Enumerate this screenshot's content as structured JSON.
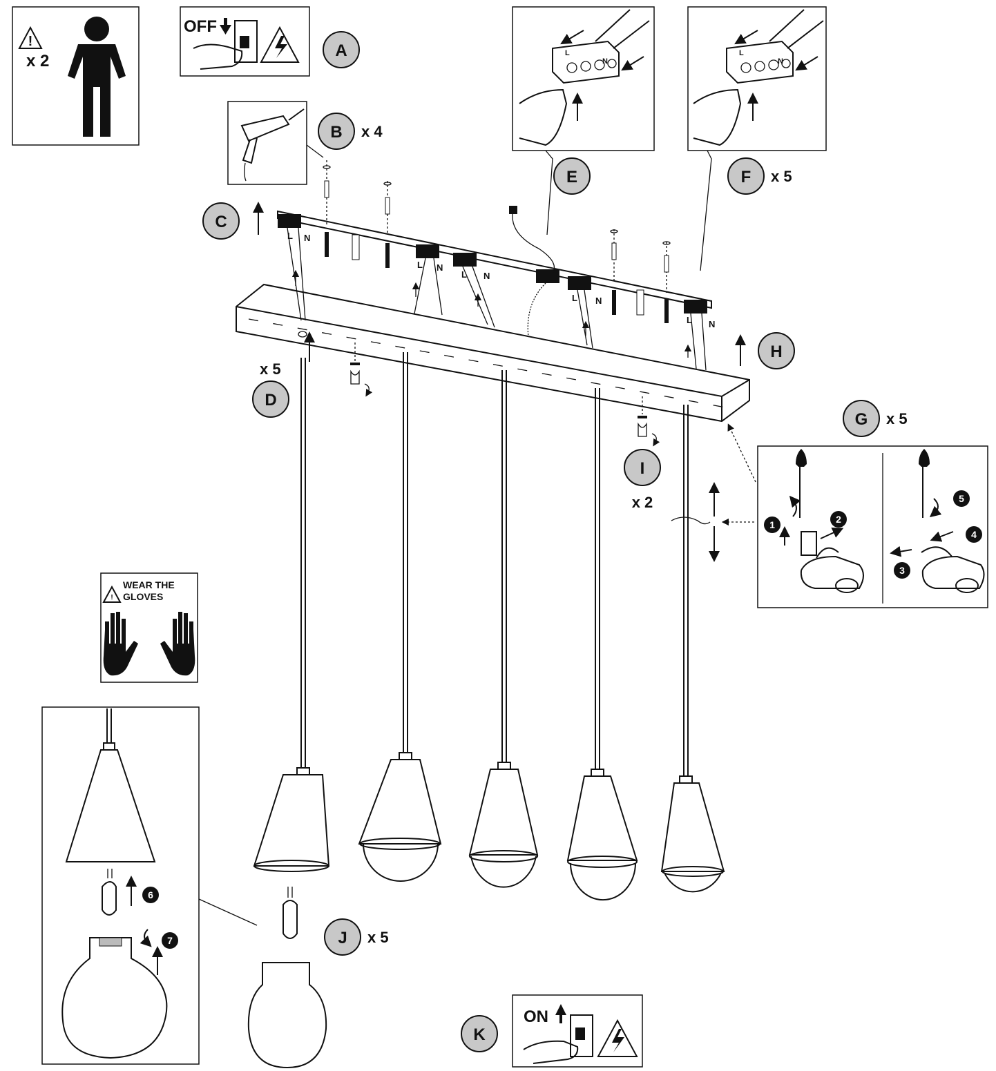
{
  "colors": {
    "badge_fill": "#c8c8c8",
    "ink": "#111111",
    "paper": "#ffffff"
  },
  "persons": {
    "warning": "!",
    "count": "x 2"
  },
  "power_off": {
    "label": "OFF"
  },
  "power_on": {
    "label": "ON"
  },
  "gloves": {
    "line1": "WEAR THE",
    "line2": "GLOVES"
  },
  "wire_labels": {
    "L": "L",
    "N": "N"
  },
  "steps": [
    {
      "letter": "A",
      "qty": ""
    },
    {
      "letter": "B",
      "qty": "x 4"
    },
    {
      "letter": "C",
      "qty": ""
    },
    {
      "letter": "D",
      "qty": "x 5"
    },
    {
      "letter": "E",
      "qty": ""
    },
    {
      "letter": "F",
      "qty": "x 5"
    },
    {
      "letter": "G",
      "qty": "x 5"
    },
    {
      "letter": "H",
      "qty": ""
    },
    {
      "letter": "I",
      "qty": "x 2"
    },
    {
      "letter": "J",
      "qty": "x 5"
    },
    {
      "letter": "K",
      "qty": ""
    }
  ],
  "substeps": [
    "1",
    "2",
    "3",
    "4",
    "5",
    "6",
    "7"
  ]
}
